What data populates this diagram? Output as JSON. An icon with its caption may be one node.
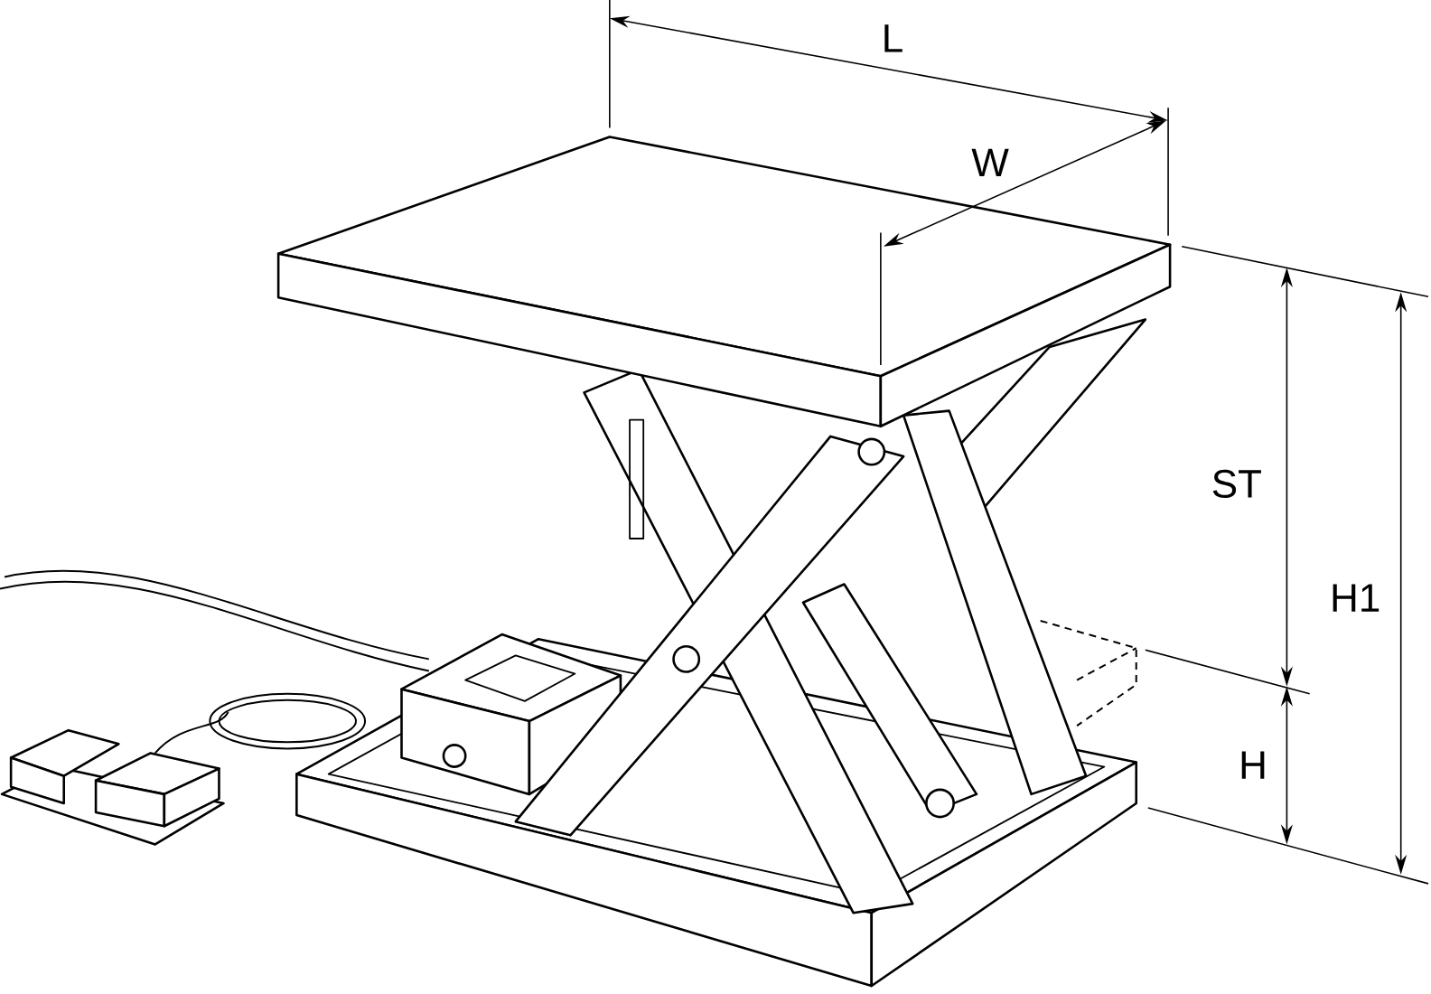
{
  "diagram": {
    "labels": [
      "L",
      "W",
      "ST",
      "H1",
      "H"
    ]
  }
}
